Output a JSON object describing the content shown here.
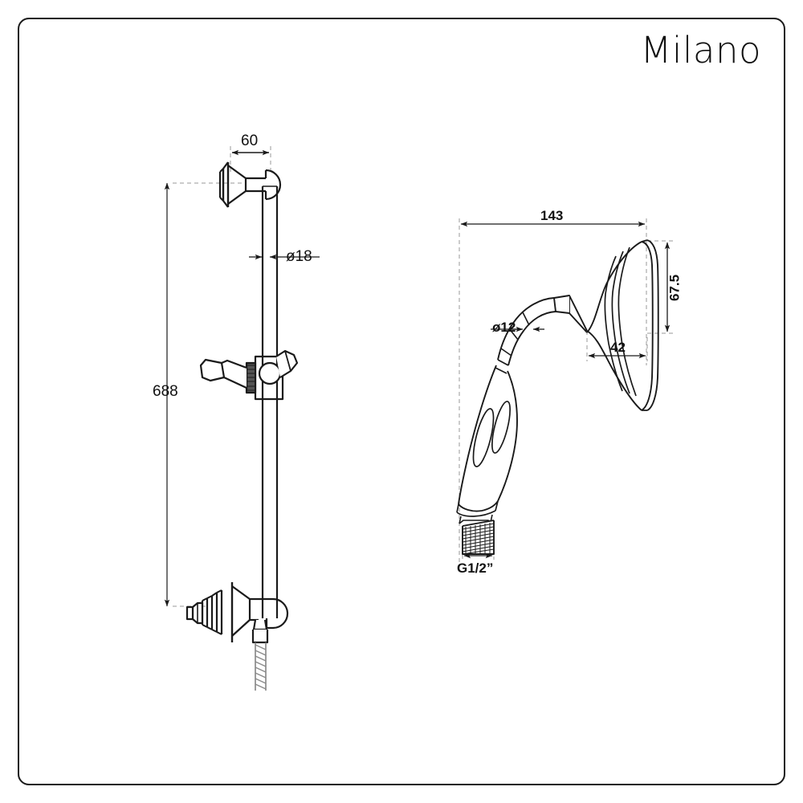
{
  "document": {
    "type": "technical-dimension-drawing",
    "subject": "Slide rail shower kit with traditional handset",
    "brand": "Milano",
    "frame_color": "#1a1a1a",
    "line_color": "#1a1a1a",
    "background_color": "#ffffff"
  },
  "views": {
    "rail_assembly": {
      "name": "Slide rail assembly elevation",
      "parts": [
        "top-wall-bracket",
        "slide-rail",
        "sliding-handset-holder",
        "lever-handle",
        "bottom-wall-bracket-outlet",
        "flexible-hose"
      ]
    },
    "handset": {
      "name": "Shower handset elevation",
      "parts": [
        "shower-head-rose",
        "neck-tube",
        "handle-body",
        "oval-relief",
        "threaded-connector"
      ]
    }
  },
  "dimensions": {
    "rail_width": {
      "label": "60",
      "unit": "mm",
      "view": "rail_assembly",
      "orientation": "horizontal"
    },
    "rail_diameter": {
      "label": "ø18",
      "unit": "mm",
      "view": "rail_assembly",
      "orientation": "horizontal"
    },
    "rail_height": {
      "label": "688",
      "unit": "mm",
      "view": "rail_assembly",
      "orientation": "vertical"
    },
    "handset_length": {
      "label": "143",
      "unit": "mm",
      "view": "handset",
      "orientation": "horizontal"
    },
    "head_diameter": {
      "label": "67.5",
      "unit": "mm",
      "view": "handset",
      "orientation": "vertical"
    },
    "head_depth": {
      "label": "42",
      "unit": "mm",
      "view": "handset",
      "orientation": "horizontal"
    },
    "tube_diameter": {
      "label": "ø12",
      "unit": "mm",
      "view": "handset",
      "orientation": "horizontal"
    },
    "connector_thread": {
      "label": "G1/2”",
      "unit": "inch",
      "view": "handset",
      "orientation": "horizontal"
    }
  }
}
